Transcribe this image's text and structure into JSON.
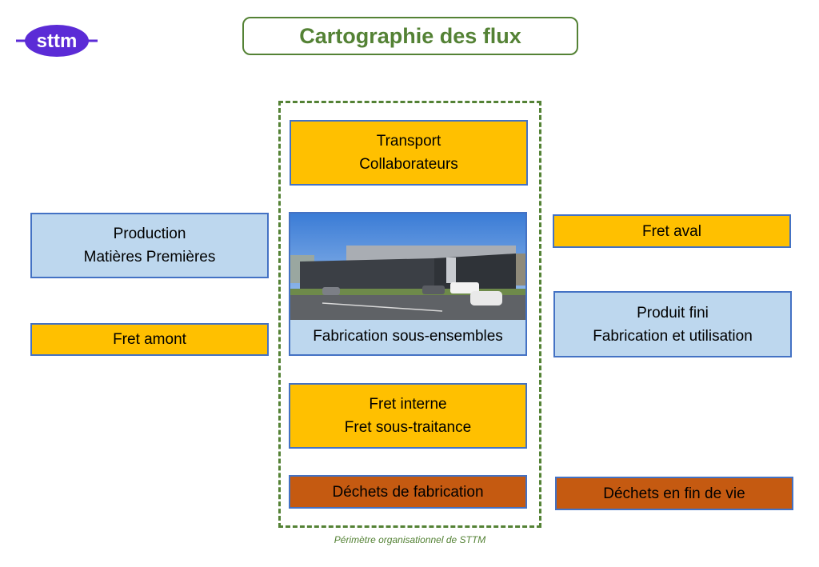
{
  "logo": {
    "text": "sttm"
  },
  "title": "Cartographie des flux",
  "perimeter_label": "Périmètre organisationnel  de STTM",
  "boxes": {
    "transport": {
      "line1": "Transport",
      "line2": "Collaborateurs"
    },
    "production": {
      "line1": "Production",
      "line2": "Matières Premières"
    },
    "fret_amont": {
      "label": "Fret amont"
    },
    "fabrication": {
      "label": "Fabrication sous-ensembles"
    },
    "fret_interne": {
      "line1": "Fret interne",
      "line2": "Fret sous-traitance"
    },
    "dechets_fabrication": {
      "label": "Déchets de fabrication"
    },
    "fret_aval": {
      "label": "Fret aval"
    },
    "produit_fini": {
      "line1": "Produit fini",
      "line2": "Fabrication et utilisation"
    },
    "dechets_fin_vie": {
      "label": "Déchets en fin de vie"
    }
  },
  "colors": {
    "green": "#548235",
    "yellow": "#ffc000",
    "light_blue": "#bdd7ee",
    "brown": "#c55a11",
    "border_blue": "#4472c4",
    "logo_purple": "#5b2bd6"
  }
}
